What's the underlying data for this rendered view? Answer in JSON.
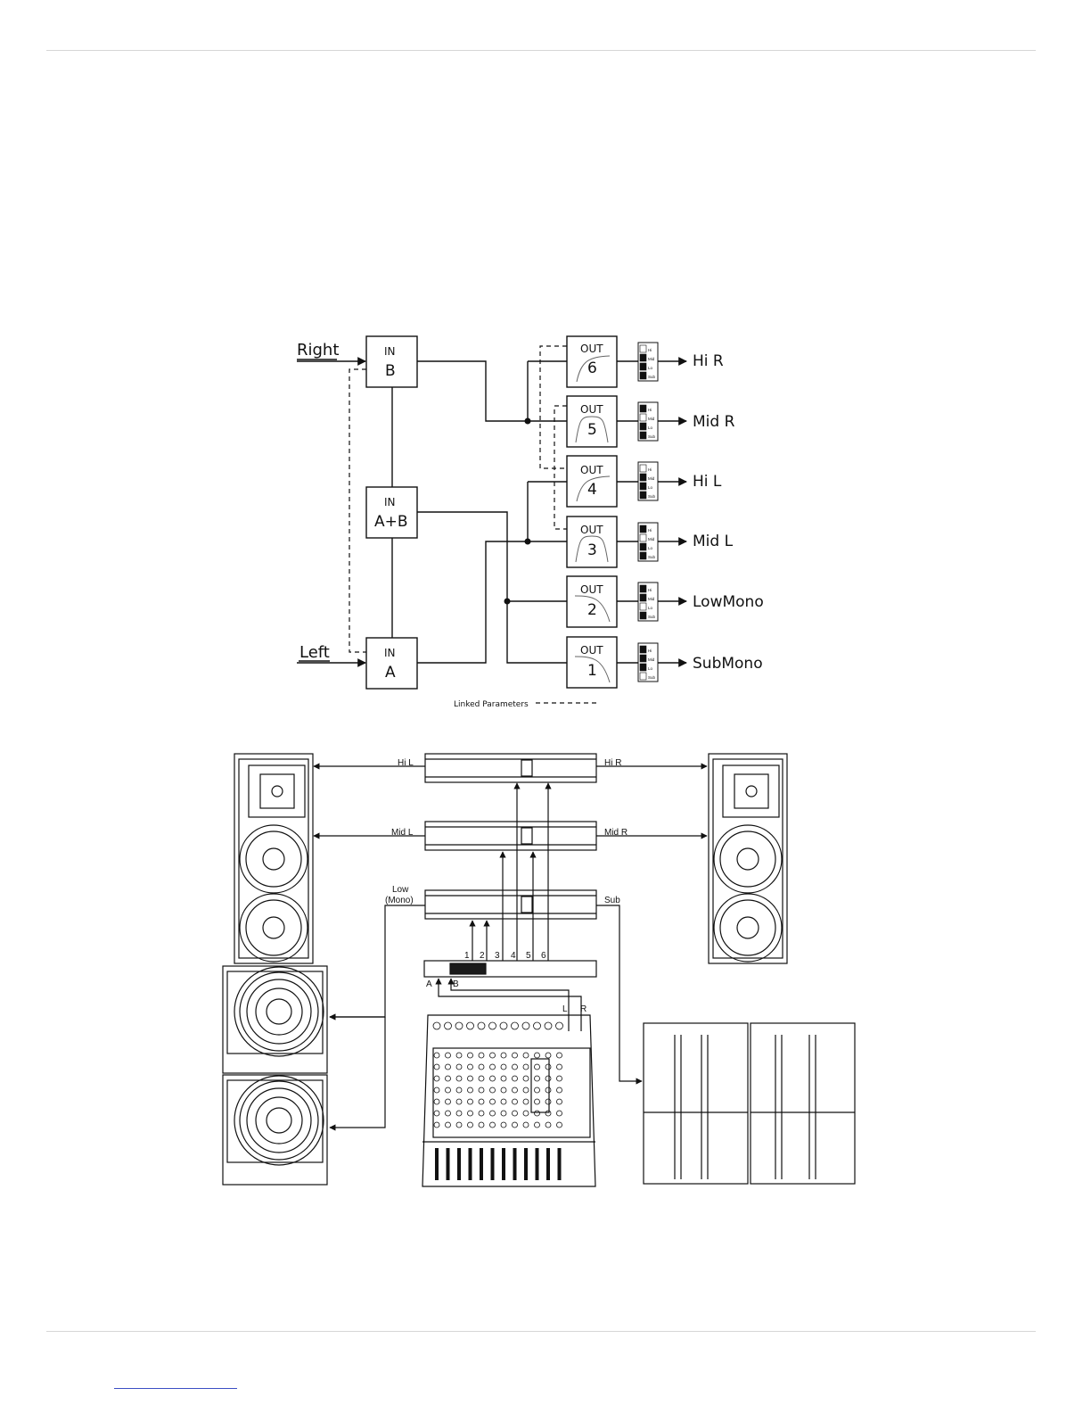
{
  "routing": {
    "inputs": [
      {
        "id": "in_b",
        "top": "IN",
        "bottom": "B",
        "source": "Right"
      },
      {
        "id": "in_ab",
        "top": "IN",
        "bottom": "A+B",
        "source": ""
      },
      {
        "id": "in_a",
        "top": "IN",
        "bottom": "A",
        "source": "Left"
      }
    ],
    "outputs": [
      {
        "top": "OUT",
        "num": "6",
        "dest": "Hi R"
      },
      {
        "top": "OUT",
        "num": "5",
        "dest": "Mid R"
      },
      {
        "top": "OUT",
        "num": "4",
        "dest": "Hi L"
      },
      {
        "top": "OUT",
        "num": "3",
        "dest": "Mid L"
      },
      {
        "top": "OUT",
        "num": "2",
        "dest": "LowMono"
      },
      {
        "top": "OUT",
        "num": "1",
        "dest": "SubMono"
      }
    ],
    "switch_labels": [
      "Hi",
      "Mid",
      "Lo",
      "Sub"
    ],
    "legend": "Linked Parameters"
  },
  "setup": {
    "amp_labels": {
      "hi_l": "Hi L",
      "hi_r": "Hi R",
      "mid_l": "Mid L",
      "mid_r": "Mid R",
      "low_line1": "Low",
      "low_line2": "(Mono)",
      "sub": "Sub"
    },
    "channel_numbers": [
      "1",
      "2",
      "3",
      "4",
      "5",
      "6"
    ],
    "inputs": {
      "a": "A",
      "b": "B"
    },
    "mixer_outputs": {
      "l": "L",
      "r": "R"
    }
  },
  "colors": {
    "line": "#111111",
    "rule": "#d6d6d6",
    "link": "#3b4fc4"
  }
}
